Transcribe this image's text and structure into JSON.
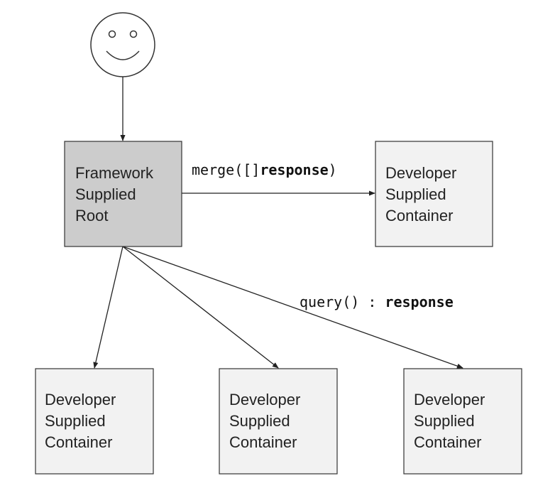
{
  "colors": {
    "root_fill": "#cccccc",
    "container_fill": "#f2f2f2",
    "stroke": "#333333"
  },
  "actor": {
    "icon": "smiley-face-icon"
  },
  "root": {
    "lines": [
      "Framework",
      "Supplied",
      "Root"
    ]
  },
  "containers": [
    {
      "lines": [
        "Developer",
        "Supplied",
        "Container"
      ]
    },
    {
      "lines": [
        "Developer",
        "Supplied",
        "Container"
      ]
    },
    {
      "lines": [
        "Developer",
        "Supplied",
        "Container"
      ]
    },
    {
      "lines": [
        "Developer",
        "Supplied",
        "Container"
      ]
    }
  ],
  "edges": {
    "merge": {
      "fn": "merge([]",
      "type": "response",
      "close": ")"
    },
    "query": {
      "fn": "query() : ",
      "type": "response"
    }
  }
}
